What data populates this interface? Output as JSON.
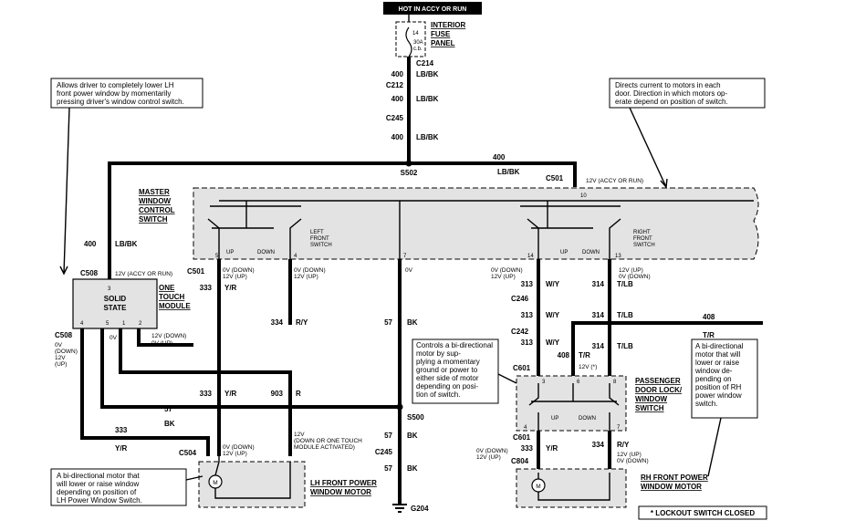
{
  "power_source": {
    "label": "HOT IN ACCY OR RUN"
  },
  "fuse_panel": {
    "title_line1": "INTERIOR",
    "title_line2": "FUSE",
    "title_line3": "PANEL",
    "fuse_number": "14",
    "rating_line1": "30A",
    "rating_line2": "c.b."
  },
  "feed": {
    "c214": "C214",
    "c212": "C212",
    "c245": "C245",
    "s502": "S502",
    "c501": "C501",
    "w400a": "400",
    "lbbka": "LB/BK",
    "w400b": "400",
    "lbbkb": "LB/BK",
    "w400c": "400",
    "lbbkc": "LB/BK",
    "w400d": "400",
    "lbbkd": "LB/BK",
    "w400e": "400",
    "lbbke": "LB/BK",
    "accy_run": "12V (ACCY OR RUN)"
  },
  "notes": {
    "left_top": [
      "Allows driver to completely lower LH",
      "front power window by momentarily",
      "pressing driver's window control switch."
    ],
    "right_top": [
      "Directs current to motors in each",
      "door. Direction in which motors op-",
      "erate depend on position of switch."
    ],
    "middle": [
      "Controls a bi-directional",
      "motor by sup-",
      "plying a momentary",
      "ground or power to",
      "either side of motor",
      "depending on posi-",
      "tion of switch."
    ],
    "right": [
      "A bi-directional",
      "motor that will",
      "lower or raise",
      "window de-",
      "pending on",
      "position of RH",
      "power window",
      "switch."
    ],
    "bottom_left": [
      "A bi-directional motor that",
      "will lower or raise window",
      "depending on position of",
      "LH Power Window Switch."
    ]
  },
  "master_switch": {
    "title_line1": "MASTER",
    "title_line2": "WINDOW",
    "title_line3": "CONTROL",
    "title_line4": "SWITCH",
    "left_label": [
      "LEFT",
      "FRONT",
      "SWITCH"
    ],
    "right_label": [
      "RIGHT",
      "FRONT",
      "SWITCH"
    ],
    "up": "UP",
    "down": "DOWN",
    "up2": "UP",
    "down2": "DOWN",
    "pins": {
      "p10": "10",
      "p5": "5",
      "p4": "4",
      "p7": "7",
      "p14": "14",
      "p13": "13"
    }
  },
  "module": {
    "title_line1": "ONE",
    "title_line2": "TOUCH",
    "title_line3": "MODULE",
    "label_line1": "SOLID",
    "label_line2": "STATE",
    "pin3": "3",
    "pin4": "4",
    "pin5": "5",
    "pin1": "1",
    "pin2": "2",
    "c508a": "C508",
    "c508b": "C508",
    "accy_run": "12V (ACCY OR RUN)"
  },
  "wires": {
    "w333a": "333",
    "yra": "Y/R",
    "w334": "334",
    "ry": "R/Y",
    "w57a": "57",
    "bka": "BK",
    "w313a": "313",
    "wya": "W/Y",
    "w314a": "314",
    "tlba": "T/LB",
    "c246": "C246",
    "w313b": "313",
    "wyb": "W/Y",
    "w314b": "314",
    "tlbb": "T/LB",
    "c242": "C242",
    "w313c": "313",
    "wyc": "W/Y",
    "w314c": "314",
    "tlbc": "T/LB",
    "w408a": "408",
    "tr": "T/R",
    "w408b": "408",
    "tr2": "T/R",
    "w333b": "333",
    "yrb": "Y/R",
    "w903": "903",
    "r": "R",
    "w57b": "57",
    "bkb": "BK",
    "s500": "S500",
    "w333c": "333",
    "yrc": "Y/R",
    "w57c": "57",
    "bkc": "BK",
    "c245b": "C245",
    "w57d": "57",
    "bkd": "BK",
    "g204": "G204",
    "c601a": "C601",
    "c601b": "C601",
    "w333d": "333",
    "yrd": "Y/R",
    "w334d": "334",
    "ryd": "R/Y",
    "c804": "C804",
    "c504": "C504"
  },
  "voltages": {
    "v1": "0V (DOWN)",
    "v1b": "12V (UP)",
    "v2": "0V (DOWN)",
    "v2b": "12V (UP)",
    "v3": "0V",
    "v4": "0V (DOWN)",
    "v4b": "12V (UP)",
    "v5": "12V (UP)",
    "v5b": "0V (DOWN)",
    "v6a": "0V",
    "v6b": "(DOWN)",
    "v6c": "12V",
    "v6d": "(UP)",
    "v7": "0V",
    "v8": "12V (DOWN)",
    "v8b": "0V (UP)",
    "v9": "0V (DOWN)",
    "v9b": "12V (UP)",
    "v10a": "12V",
    "v10b": "(DOWN OR ONE TOUCH",
    "v10c": "MODULE ACTIVATED)",
    "v11": "0V (DOWN)",
    "v11b": "12V (UP)",
    "v12": "12V (UP)",
    "v12b": "0V (DOWN)",
    "v13": "12V (*)"
  },
  "passenger_switch": {
    "title_line1": "PASSENGER",
    "title_line2": "DOOR LOCK/",
    "title_line3": "WINDOW",
    "title_line4": "SWITCH",
    "up": "UP",
    "down": "DOWN",
    "pin3": "3",
    "pin6": "6",
    "pin8": "8",
    "pin4": "4",
    "pin7": "7"
  },
  "motors": {
    "lh_line1": "LH FRONT POWER",
    "lh_line2": "WINDOW MOTOR",
    "rh_line1": "RH FRONT POWER",
    "rh_line2": "WINDOW MOTOR",
    "m": "M"
  },
  "footnote": "* LOCKOUT SWITCH CLOSED",
  "colors": {
    "wire": "#000000",
    "component_fill": "#e3e3e3",
    "background": "#ffffff"
  }
}
